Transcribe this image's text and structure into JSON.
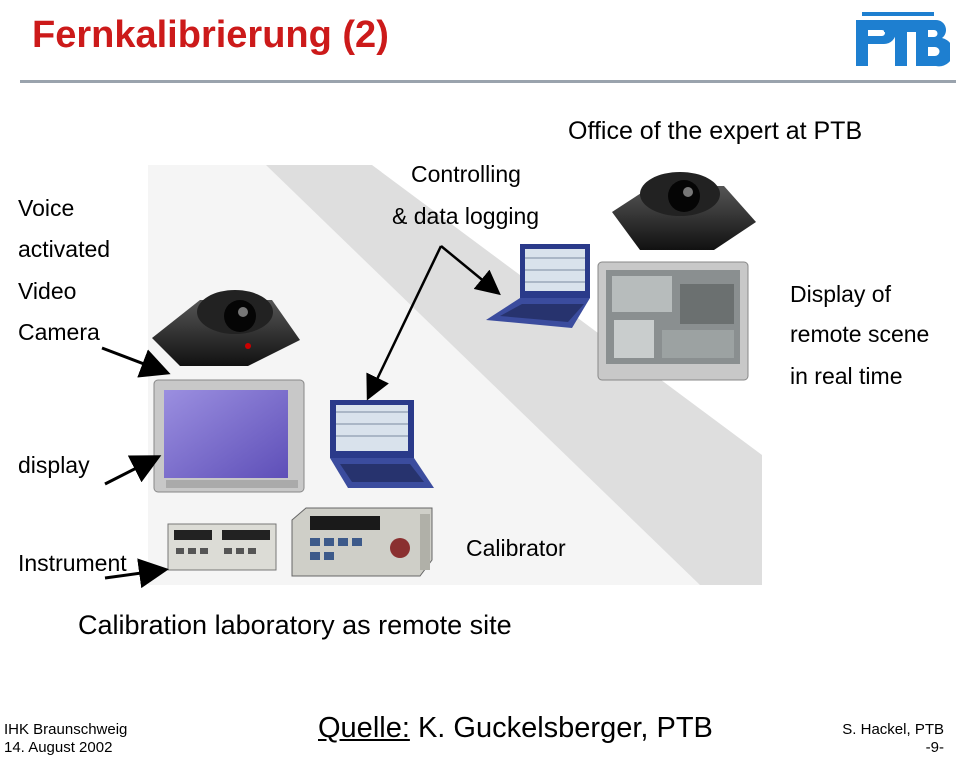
{
  "slide": {
    "title": "Fernkalibrierung (2)",
    "logo_text": "PTB",
    "colors": {
      "title": "#cc1a1a",
      "logo": "#1e7fd0",
      "rule": "#9aa3ad",
      "diagonal_band": "#e3e3e3"
    }
  },
  "labels": {
    "office": "Office of the expert at PTB",
    "controlling_1": "Controlling",
    "controlling_2": "& data logging",
    "camera_1": "Voice",
    "camera_2": "activated",
    "camera_3": "Video",
    "camera_4": "Camera",
    "remote_display_1": "Display of",
    "remote_display_2": "remote scene",
    "remote_display_3": "in real time",
    "display": "display",
    "instrument": "Instrument",
    "calibrator": "Calibrator",
    "lab": "Calibration laboratory as remote site"
  },
  "footer": {
    "org": "IHK Braunschweig",
    "date": "14. August 2002",
    "source_label": "Quelle:",
    "source_value": " K. Guckelsberger, PTB",
    "author": "S. Hackel, PTB",
    "page": "-9-"
  }
}
